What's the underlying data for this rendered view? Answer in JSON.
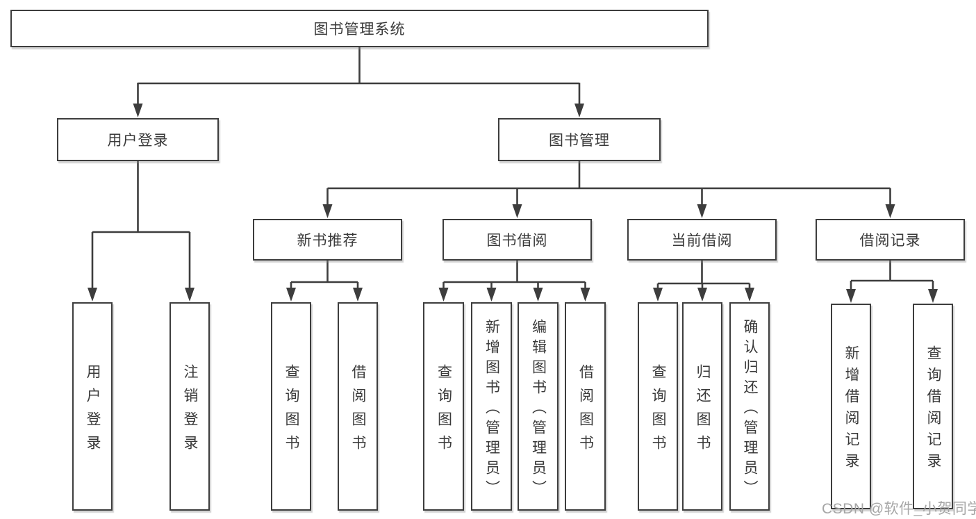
{
  "diagram": {
    "root": {
      "label": "图书管理系统"
    },
    "level2": [
      {
        "label": "用户登录"
      },
      {
        "label": "图书管理"
      }
    ],
    "login_children": [
      {
        "label": "用户登录"
      },
      {
        "label": "注销登录"
      }
    ],
    "modules": [
      {
        "label": "新书推荐"
      },
      {
        "label": "图书借阅"
      },
      {
        "label": "当前借阅"
      },
      {
        "label": "借阅记录"
      }
    ],
    "module_children": {
      "new_book": [
        {
          "label": "查询图书"
        },
        {
          "label": "借阅图书"
        }
      ],
      "book_borrow": [
        {
          "label": "查询图书"
        },
        {
          "label": "新增图书（管理员）"
        },
        {
          "label": "编辑图书（管理员）"
        },
        {
          "label": "借阅图书"
        }
      ],
      "current_borrow": [
        {
          "label": "查询图书"
        },
        {
          "label": "归还图书"
        },
        {
          "label": "确认归还（管理员）"
        }
      ],
      "borrow_record": [
        {
          "label": "新增借阅记录"
        },
        {
          "label": "查询借阅记录"
        }
      ]
    },
    "colors": {
      "line": "#3d3d3d",
      "text": "#3a3a3a",
      "background": "#ffffff",
      "watermark": "#a6a6a6"
    }
  },
  "watermark": {
    "text": "CSDN @软件_小贺同学"
  }
}
